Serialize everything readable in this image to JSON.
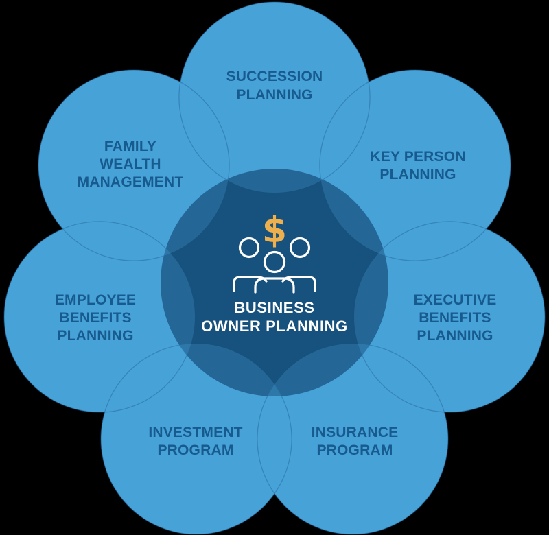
{
  "diagram": {
    "title": "Business Owner Planning",
    "type": "flower-venn",
    "background_color": "#000000",
    "palette": {
      "petal_fill": "#47A3D9",
      "petal_outline_arc": "#2C75A7",
      "center_fill": "#17517E",
      "petal_overlap_on_center": "#2A6B99",
      "petal_label_text": "#175A8E",
      "center_label_text": "#FFFFFF",
      "dollar_gold": "#EEB04D",
      "people_outline": "#FFFFFF"
    },
    "center": {
      "icon_names": [
        "dollar-icon",
        "people-group-icon"
      ],
      "label_lines": [
        "BUSINESS",
        "OWNER PLANNING"
      ],
      "dollar_glyph": "$"
    },
    "petals": [
      {
        "name": "succession-planning",
        "lines": [
          "SUCCESSION",
          "PLANNING"
        ]
      },
      {
        "name": "key-person-planning",
        "lines": [
          "KEY PERSON",
          "PLANNING"
        ]
      },
      {
        "name": "executive-benefits-planning",
        "lines": [
          "EXECUTIVE",
          "BENEFITS",
          "PLANNING"
        ]
      },
      {
        "name": "insurance-program",
        "lines": [
          "INSURANCE",
          "PROGRAM"
        ]
      },
      {
        "name": "investment-program",
        "lines": [
          "INVESTMENT",
          "PROGRAM"
        ]
      },
      {
        "name": "employee-benefits-planning",
        "lines": [
          "EMPLOYEE",
          "BENEFITS",
          "PLANNING"
        ]
      },
      {
        "name": "family-wealth-management",
        "lines": [
          "FAMILY",
          "WEALTH",
          "MANAGEMENT"
        ]
      }
    ]
  }
}
